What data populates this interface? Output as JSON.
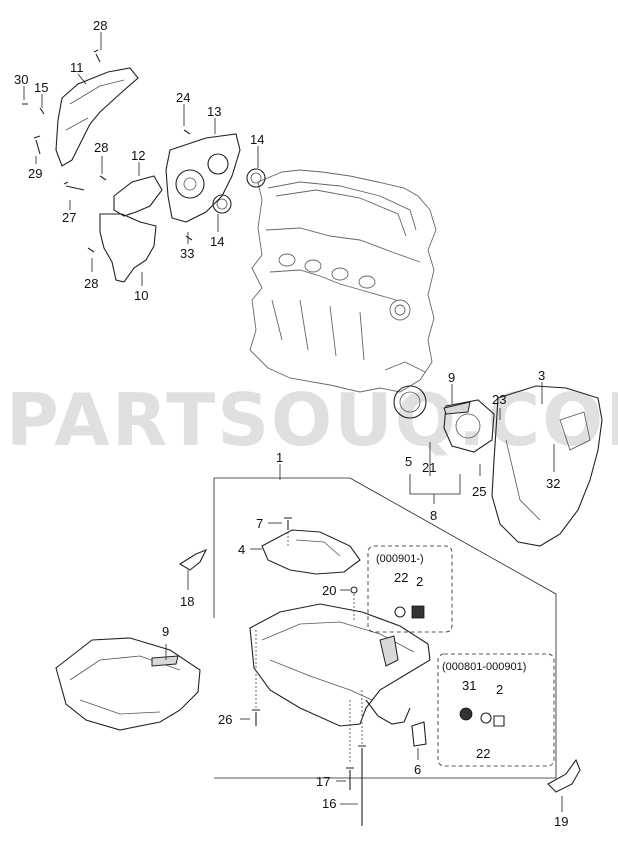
{
  "watermark": "PARTSOUQ.COM",
  "callouts": [
    {
      "id": "c-28a",
      "text": "28"
    },
    {
      "id": "c-11",
      "text": "11"
    },
    {
      "id": "c-30",
      "text": "30"
    },
    {
      "id": "c-15",
      "text": "15"
    },
    {
      "id": "c-24",
      "text": "24"
    },
    {
      "id": "c-13",
      "text": "13"
    },
    {
      "id": "c-14a",
      "text": "14"
    },
    {
      "id": "c-28b",
      "text": "28"
    },
    {
      "id": "c-12",
      "text": "12"
    },
    {
      "id": "c-29",
      "text": "29"
    },
    {
      "id": "c-27",
      "text": "27"
    },
    {
      "id": "c-14b",
      "text": "14"
    },
    {
      "id": "c-33",
      "text": "33"
    },
    {
      "id": "c-28c",
      "text": "28"
    },
    {
      "id": "c-10",
      "text": "10"
    },
    {
      "id": "c-9a",
      "text": "9"
    },
    {
      "id": "c-3",
      "text": "3"
    },
    {
      "id": "c-23",
      "text": "23"
    },
    {
      "id": "c-5",
      "text": "5"
    },
    {
      "id": "c-21",
      "text": "21"
    },
    {
      "id": "c-25",
      "text": "25"
    },
    {
      "id": "c-32",
      "text": "32"
    },
    {
      "id": "c-8",
      "text": "8"
    },
    {
      "id": "c-1",
      "text": "1"
    },
    {
      "id": "c-7",
      "text": "7"
    },
    {
      "id": "c-4",
      "text": "4"
    },
    {
      "id": "c-18",
      "text": "18"
    },
    {
      "id": "c-20",
      "text": "20"
    },
    {
      "id": "c-22a",
      "text": "22"
    },
    {
      "id": "c-2a",
      "text": "2"
    },
    {
      "id": "c-9b",
      "text": "9"
    },
    {
      "id": "c-31",
      "text": "31"
    },
    {
      "id": "c-2b",
      "text": "2"
    },
    {
      "id": "c-26",
      "text": "26"
    },
    {
      "id": "c-22b",
      "text": "22"
    },
    {
      "id": "c-6",
      "text": "6"
    },
    {
      "id": "c-17",
      "text": "17"
    },
    {
      "id": "c-16",
      "text": "16"
    },
    {
      "id": "c-19",
      "text": "19"
    }
  ],
  "variants": {
    "v1": "(000901-)",
    "v2": "(000801-000901)"
  }
}
